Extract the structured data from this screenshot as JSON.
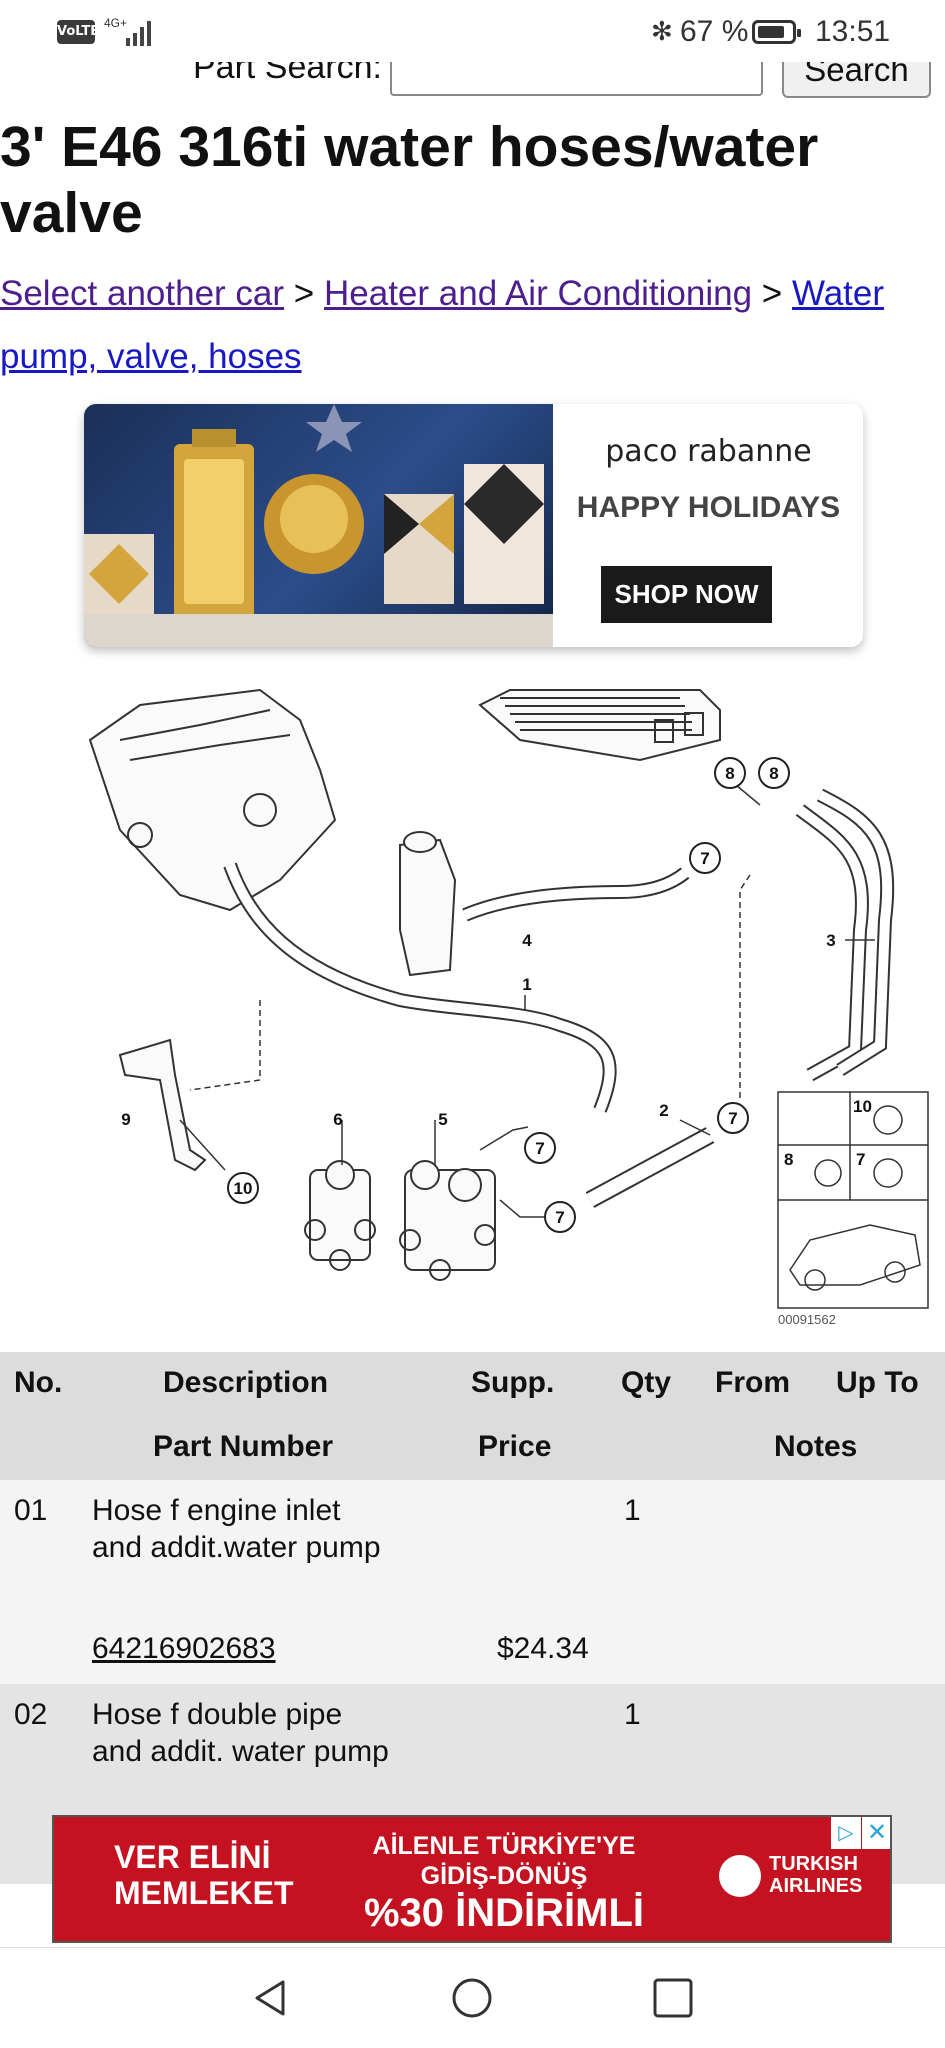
{
  "status_bar": {
    "volte": "VoLTE",
    "network": "4G+",
    "battery_percent": "67 %",
    "time": "13:51"
  },
  "search": {
    "label": "Part Search:",
    "value": "",
    "button": "Search"
  },
  "page_title": "3' E46 316ti water hoses/water valve",
  "breadcrumb": {
    "items": [
      "Select another car",
      "Heater and Air Conditioning",
      "Water pump, valve, hoses"
    ],
    "separator": ">"
  },
  "ad_top": {
    "brand": "paco rabanne",
    "headline": "HAPPY HOLIDAYS",
    "cta": "SHOP NOW"
  },
  "diagram": {
    "callouts": [
      "1",
      "2",
      "3",
      "4",
      "5",
      "6",
      "7",
      "8",
      "9",
      "10"
    ],
    "inset_labels": [
      "10",
      "8",
      "7"
    ],
    "code": "00091562"
  },
  "table": {
    "headers_row1": [
      "No.",
      "Description",
      "Supp.",
      "Qty",
      "From",
      "Up To"
    ],
    "headers_row2": [
      "Part Number",
      "Price",
      "Notes"
    ],
    "rows": [
      {
        "no": "01",
        "description": "Hose f engine inlet and addit.water pump",
        "qty": "1",
        "part_number": "64216902683",
        "price": "$24.34"
      },
      {
        "no": "02",
        "description": "Hose f double pipe and addit. water pump",
        "qty": "1"
      }
    ]
  },
  "ad_bottom": {
    "left": "VER ELİNİ MEMLEKET",
    "middle": "AİLENLE TÜRKİYE'YE GİDİŞ-DÖNÜŞ",
    "offer": "%30 İNDİRİMLİ",
    "airline": "TURKISH AIRLINES"
  }
}
